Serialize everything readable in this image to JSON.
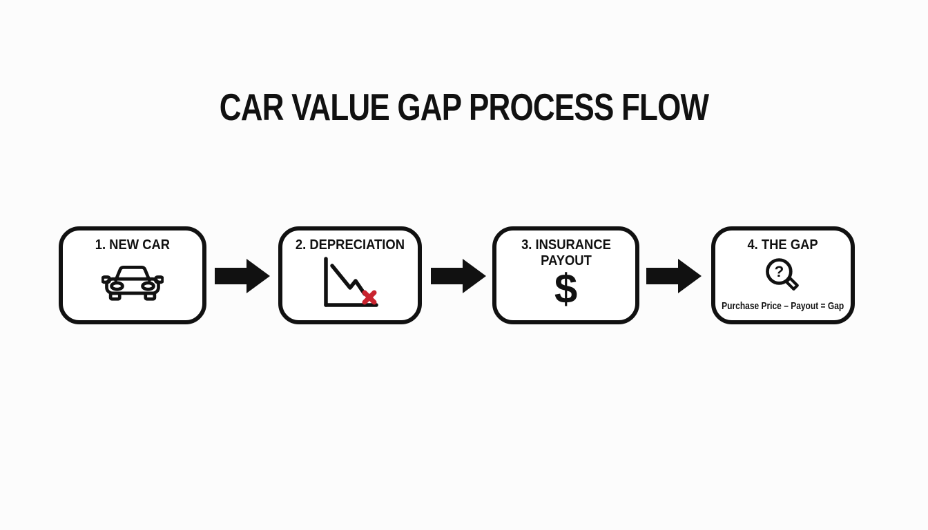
{
  "title": "CAR VALUE GAP PROCESS FLOW",
  "colors": {
    "ink": "#111111",
    "red": "#c9242f",
    "background": "#fcfcfc"
  },
  "steps": [
    {
      "label": "1. NEW CAR",
      "icon": "car-front-icon"
    },
    {
      "label": "2. DEPRECIATION",
      "icon": "depreciation-chart-icon"
    },
    {
      "label": "3. INSURANCE PAYOUT",
      "icon": "dollar-sign-icon",
      "glyph": "$"
    },
    {
      "label": "4. THE GAP",
      "icon": "magnifier-question-icon",
      "glyph": "?",
      "formula": "Purchase Price – Payout = Gap"
    }
  ],
  "connector": {
    "icon": "right-arrow-icon"
  }
}
